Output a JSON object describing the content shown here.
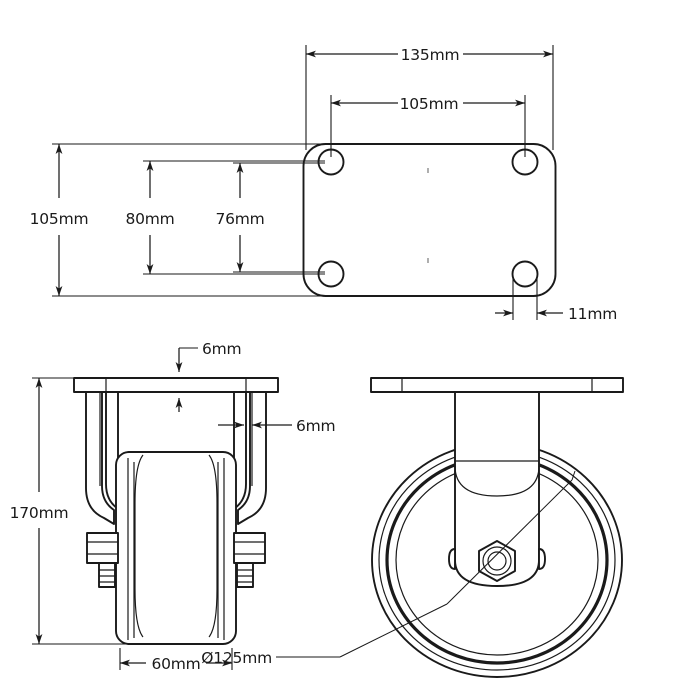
{
  "drawing": {
    "title": "Fixed caster technical drawing",
    "units": "mm",
    "line_color": "#1a1a1a",
    "background_color": "#ffffff",
    "views": [
      {
        "name": "top-view-mounting-plate",
        "label": ""
      },
      {
        "name": "side-view-caster",
        "label": ""
      },
      {
        "name": "front-view-caster",
        "label": ""
      }
    ]
  },
  "dimensions": {
    "plate_length": "135mm",
    "bolt_hole_spacing_length": "105mm",
    "plate_width": "105mm",
    "bolt_hole_spacing_width_outer": "80mm",
    "bolt_hole_spacing_width_inner": "76mm",
    "bolt_hole_diameter": "11mm",
    "plate_thickness": "6mm",
    "leg_thickness": "6mm",
    "overall_height": "170mm",
    "wheel_width": "60mm",
    "wheel_diameter": "Ø125mm"
  },
  "labels": [
    {
      "id": "len-135",
      "text": "135mm",
      "view": "top-view-mounting-plate",
      "kind": "horizontal-dimension"
    },
    {
      "id": "hole-105",
      "text": "105mm",
      "view": "top-view-mounting-plate",
      "kind": "horizontal-dimension"
    },
    {
      "id": "width-105",
      "text": "105mm",
      "view": "top-view-mounting-plate",
      "kind": "vertical-dimension"
    },
    {
      "id": "width-80",
      "text": "80mm",
      "view": "top-view-mounting-plate",
      "kind": "vertical-dimension"
    },
    {
      "id": "width-76",
      "text": "76mm",
      "view": "top-view-mounting-plate",
      "kind": "vertical-dimension"
    },
    {
      "id": "hole-11",
      "text": "11mm",
      "view": "top-view-mounting-plate",
      "kind": "horizontal-dimension"
    },
    {
      "id": "thick-6a",
      "text": "6mm",
      "view": "side-view-caster",
      "kind": "vertical-dimension"
    },
    {
      "id": "thick-6b",
      "text": "6mm",
      "view": "side-view-caster",
      "kind": "horizontal-dimension"
    },
    {
      "id": "height-170",
      "text": "170mm",
      "view": "side-view-caster",
      "kind": "vertical-dimension"
    },
    {
      "id": "width-60",
      "text": "60mm",
      "view": "side-view-caster",
      "kind": "horizontal-dimension"
    },
    {
      "id": "dia-125",
      "text": "Ø125mm",
      "view": "front-view-caster",
      "kind": "leader-dimension"
    }
  ]
}
